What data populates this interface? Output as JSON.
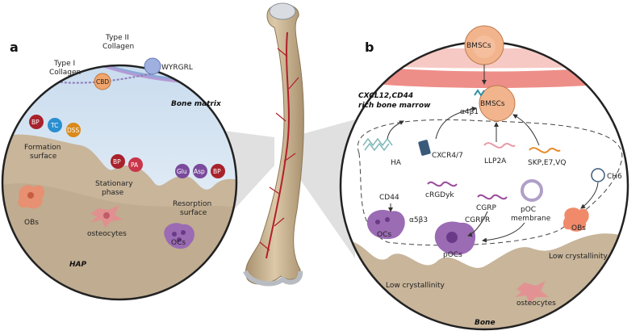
{
  "panel_a": {
    "letter": "a",
    "type2_collagen": [
      "Type II",
      "Collagen"
    ],
    "type1_collagen": [
      "Type I",
      "Collagen"
    ],
    "wyrgrl": "WYRGRL",
    "cbd": "CBD",
    "bone_matrix": "Bone matrix",
    "balls_formation": [
      "BP",
      "TC",
      "DSS"
    ],
    "formation_surface": [
      "Formation",
      "surface"
    ],
    "balls_stationary": [
      "BP",
      "PA"
    ],
    "stationary_phase": [
      "Stationary",
      "phase"
    ],
    "balls_resorption": [
      "Glu",
      "Asp",
      "BP"
    ],
    "resorption_surface": [
      "Resorption",
      "surface"
    ],
    "obs": "OBs",
    "osteocytes": "osteocytes",
    "ocs": "OCs",
    "hap": "HAP"
  },
  "panel_b": {
    "letter": "b",
    "bmscs_top": "BMSCs",
    "bmscs_mid": "BMSCs",
    "a4b1": "α4β1",
    "cxcl12_line1": "CXCL12,CD44",
    "cxcl12_line2": "rich bone marrow",
    "ha": "HA",
    "cxcr47": "CXCR4/7",
    "llp2a": "LLP2A",
    "skp": "SKP,E7,VQ",
    "ch6": "CH6",
    "cd44": "CD44",
    "crgdyk": "cRGDyk",
    "a5b3": "α5β3",
    "cgrp": "CGRP",
    "poc_membrane": [
      "pOC",
      "membrane"
    ],
    "cgrpr": "CGRPR",
    "ocs": "OCs",
    "pocs": "pOCs",
    "obs": "OBs",
    "low_cryst_right": "Low crystallinity",
    "low_cryst_bottom": "Low crystallinity",
    "osteocytes": "osteocytes",
    "bone": "Bone"
  },
  "colors": {
    "bp": "#a8222c",
    "tc": "#2a8fcf",
    "dss": "#d98a1a",
    "pa": "#c9354a",
    "glu": "#7a4a9c",
    "bone_tan": "#c8b59a",
    "circle_bg": "#dde9f4",
    "vessel": "#b21f2a",
    "stem": "#f2b48c",
    "oc": "#9b6bb4",
    "ob": "#f08a6a"
  }
}
